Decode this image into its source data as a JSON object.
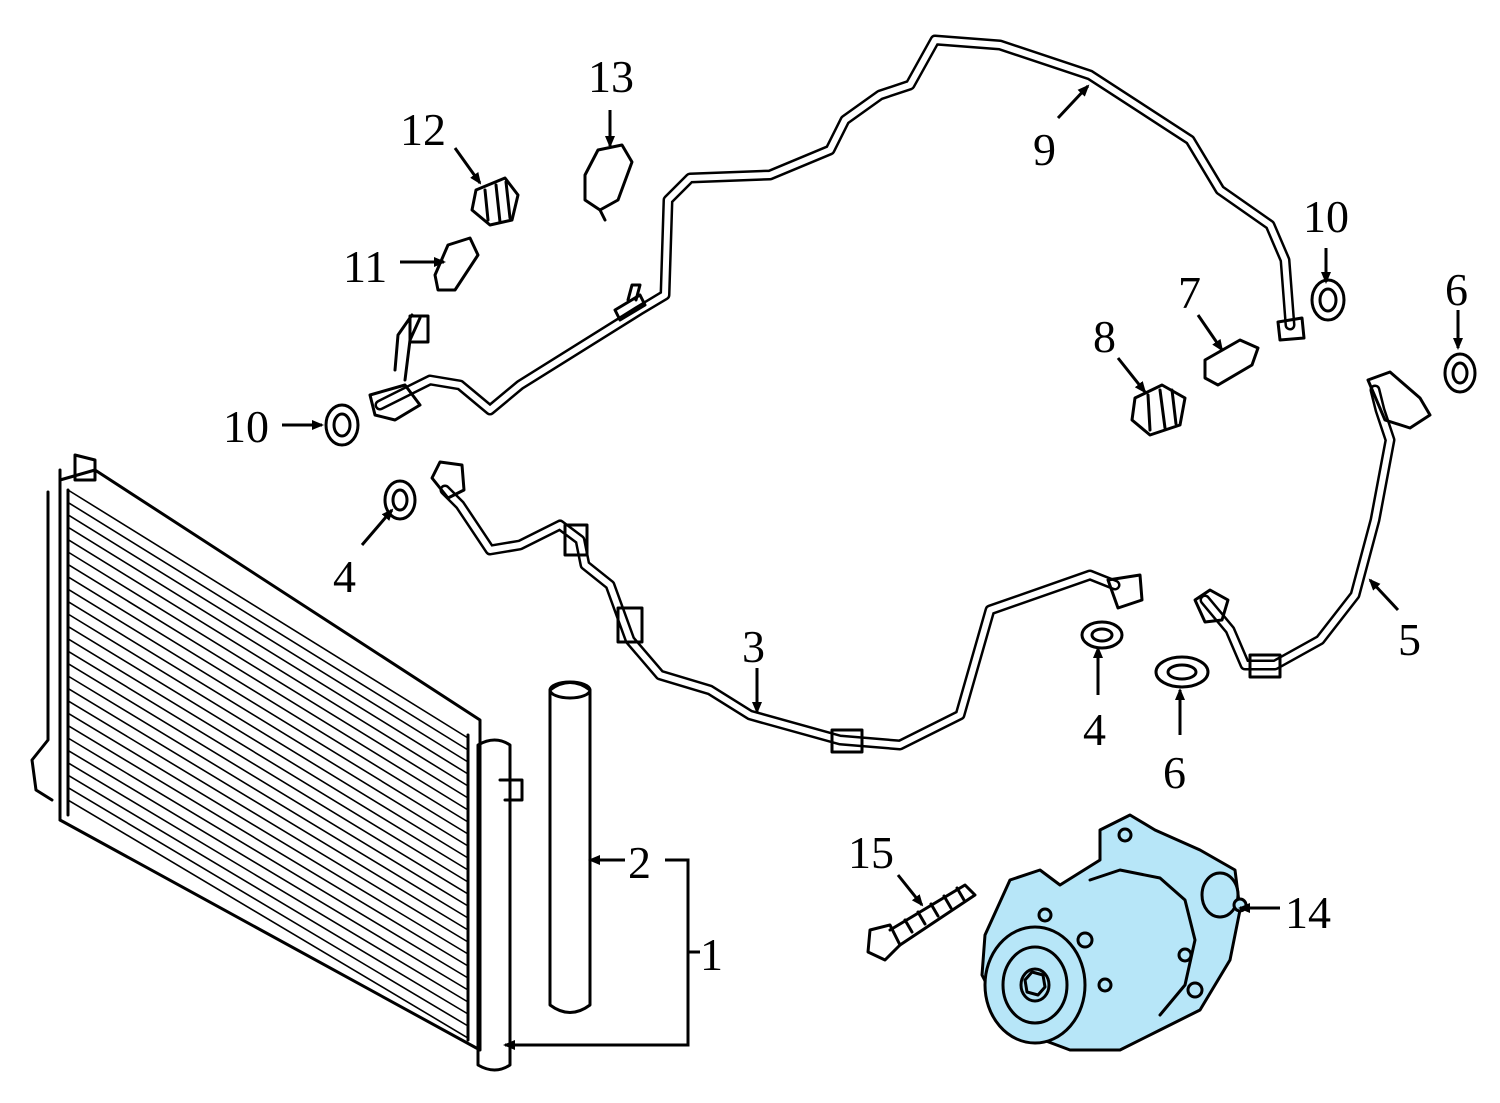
{
  "diagram": {
    "highlight_color": "#b7e6f8",
    "line_color": "#000000",
    "background": "#ffffff",
    "callouts": [
      {
        "id": "c1",
        "text": "1"
      },
      {
        "id": "c2",
        "text": "2"
      },
      {
        "id": "c3",
        "text": "3"
      },
      {
        "id": "c4a",
        "text": "4"
      },
      {
        "id": "c4b",
        "text": "4"
      },
      {
        "id": "c5",
        "text": "5"
      },
      {
        "id": "c6a",
        "text": "6"
      },
      {
        "id": "c6b",
        "text": "6"
      },
      {
        "id": "c7",
        "text": "7"
      },
      {
        "id": "c8",
        "text": "8"
      },
      {
        "id": "c9",
        "text": "9"
      },
      {
        "id": "c10a",
        "text": "10"
      },
      {
        "id": "c10b",
        "text": "10"
      },
      {
        "id": "c11",
        "text": "11"
      },
      {
        "id": "c12",
        "text": "12"
      },
      {
        "id": "c13",
        "text": "13"
      },
      {
        "id": "c14",
        "text": "14"
      },
      {
        "id": "c15",
        "text": "15"
      }
    ]
  }
}
